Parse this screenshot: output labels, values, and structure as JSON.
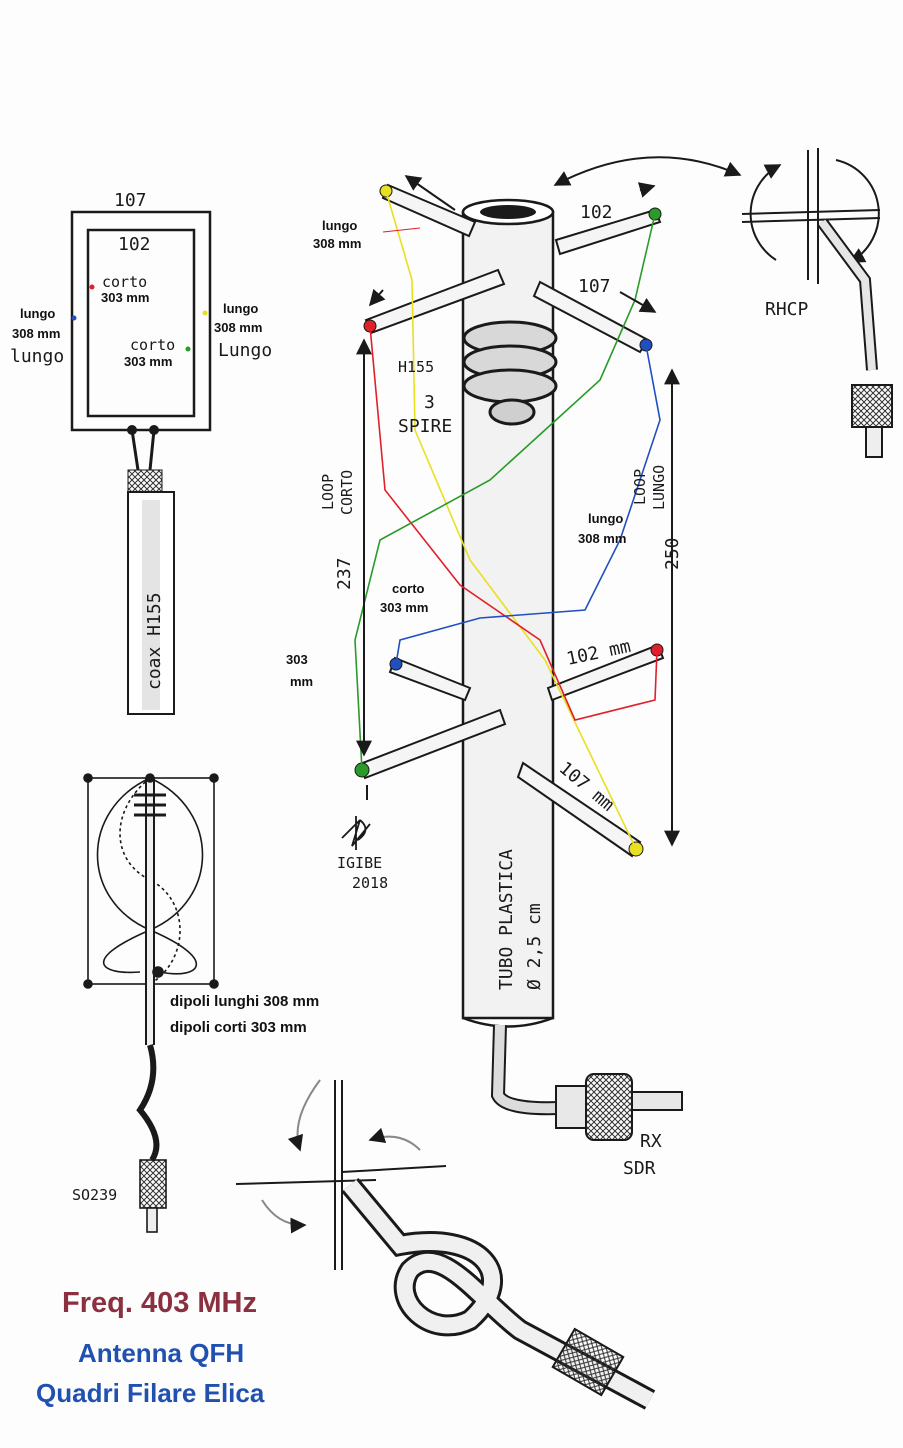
{
  "colors": {
    "red_wire": "#e0202a",
    "green_wire": "#2a9a2a",
    "yellow_wire": "#e8e020",
    "blue_wire": "#2050c0",
    "title_red": "#8b3040",
    "title_blue": "#2050b0",
    "ink": "#1a1a1a"
  },
  "loop_sketch": {
    "outer_width": "107",
    "inner_width": "102",
    "corto_label_a": "corto",
    "corto_value_a": "303 mm",
    "corto_label_b": "corto",
    "corto_value_b": "303 mm",
    "lungo_left_a": "lungo",
    "lungo_left_b": "308 mm",
    "lungo_left_c": "lungo",
    "lungo_right_a": "lungo",
    "lungo_right_b": "308 mm",
    "lungo_right_c": "Lungo",
    "coax_label": "coax H155"
  },
  "main_antenna": {
    "lungo_top_a": "lungo",
    "lungo_top_b": "308 mm",
    "top_102": "102",
    "top_107": "107",
    "h155": "H155",
    "spire_a": "3",
    "spire_b": "SPIRE",
    "loop_corto_a": "LOOP",
    "loop_corto_b": "CORTO",
    "loop_lungo_a": "LOOP",
    "loop_lungo_b": "LUNGO",
    "lungo_mid_a": "lungo",
    "lungo_mid_b": "308 mm",
    "dim_237": "237",
    "dim_250": "250",
    "corto_mid_a": "corto",
    "corto_mid_b": "303 mm",
    "left_303_a": "303",
    "left_303_b": "mm",
    "bottom_102": "102 mm",
    "bottom_107": "107 mm",
    "tube_a": "TUBO PLASTICA",
    "tube_b": "Ø 2,5 cm",
    "author": "IGIBE",
    "year": "2018",
    "rx": "RX",
    "sdr": "SDR"
  },
  "polarization": {
    "label": "RHCP"
  },
  "side_sketch": {
    "dipoli_lunghi": "dipoli lunghi 308 mm",
    "dipoli_corti": "dipoli corti  303 mm",
    "connector": "SO239"
  },
  "title": {
    "freq": "Freq. 403 MHz",
    "line1": "Antenna QFH",
    "line2": "Quadri Filare Elica"
  }
}
